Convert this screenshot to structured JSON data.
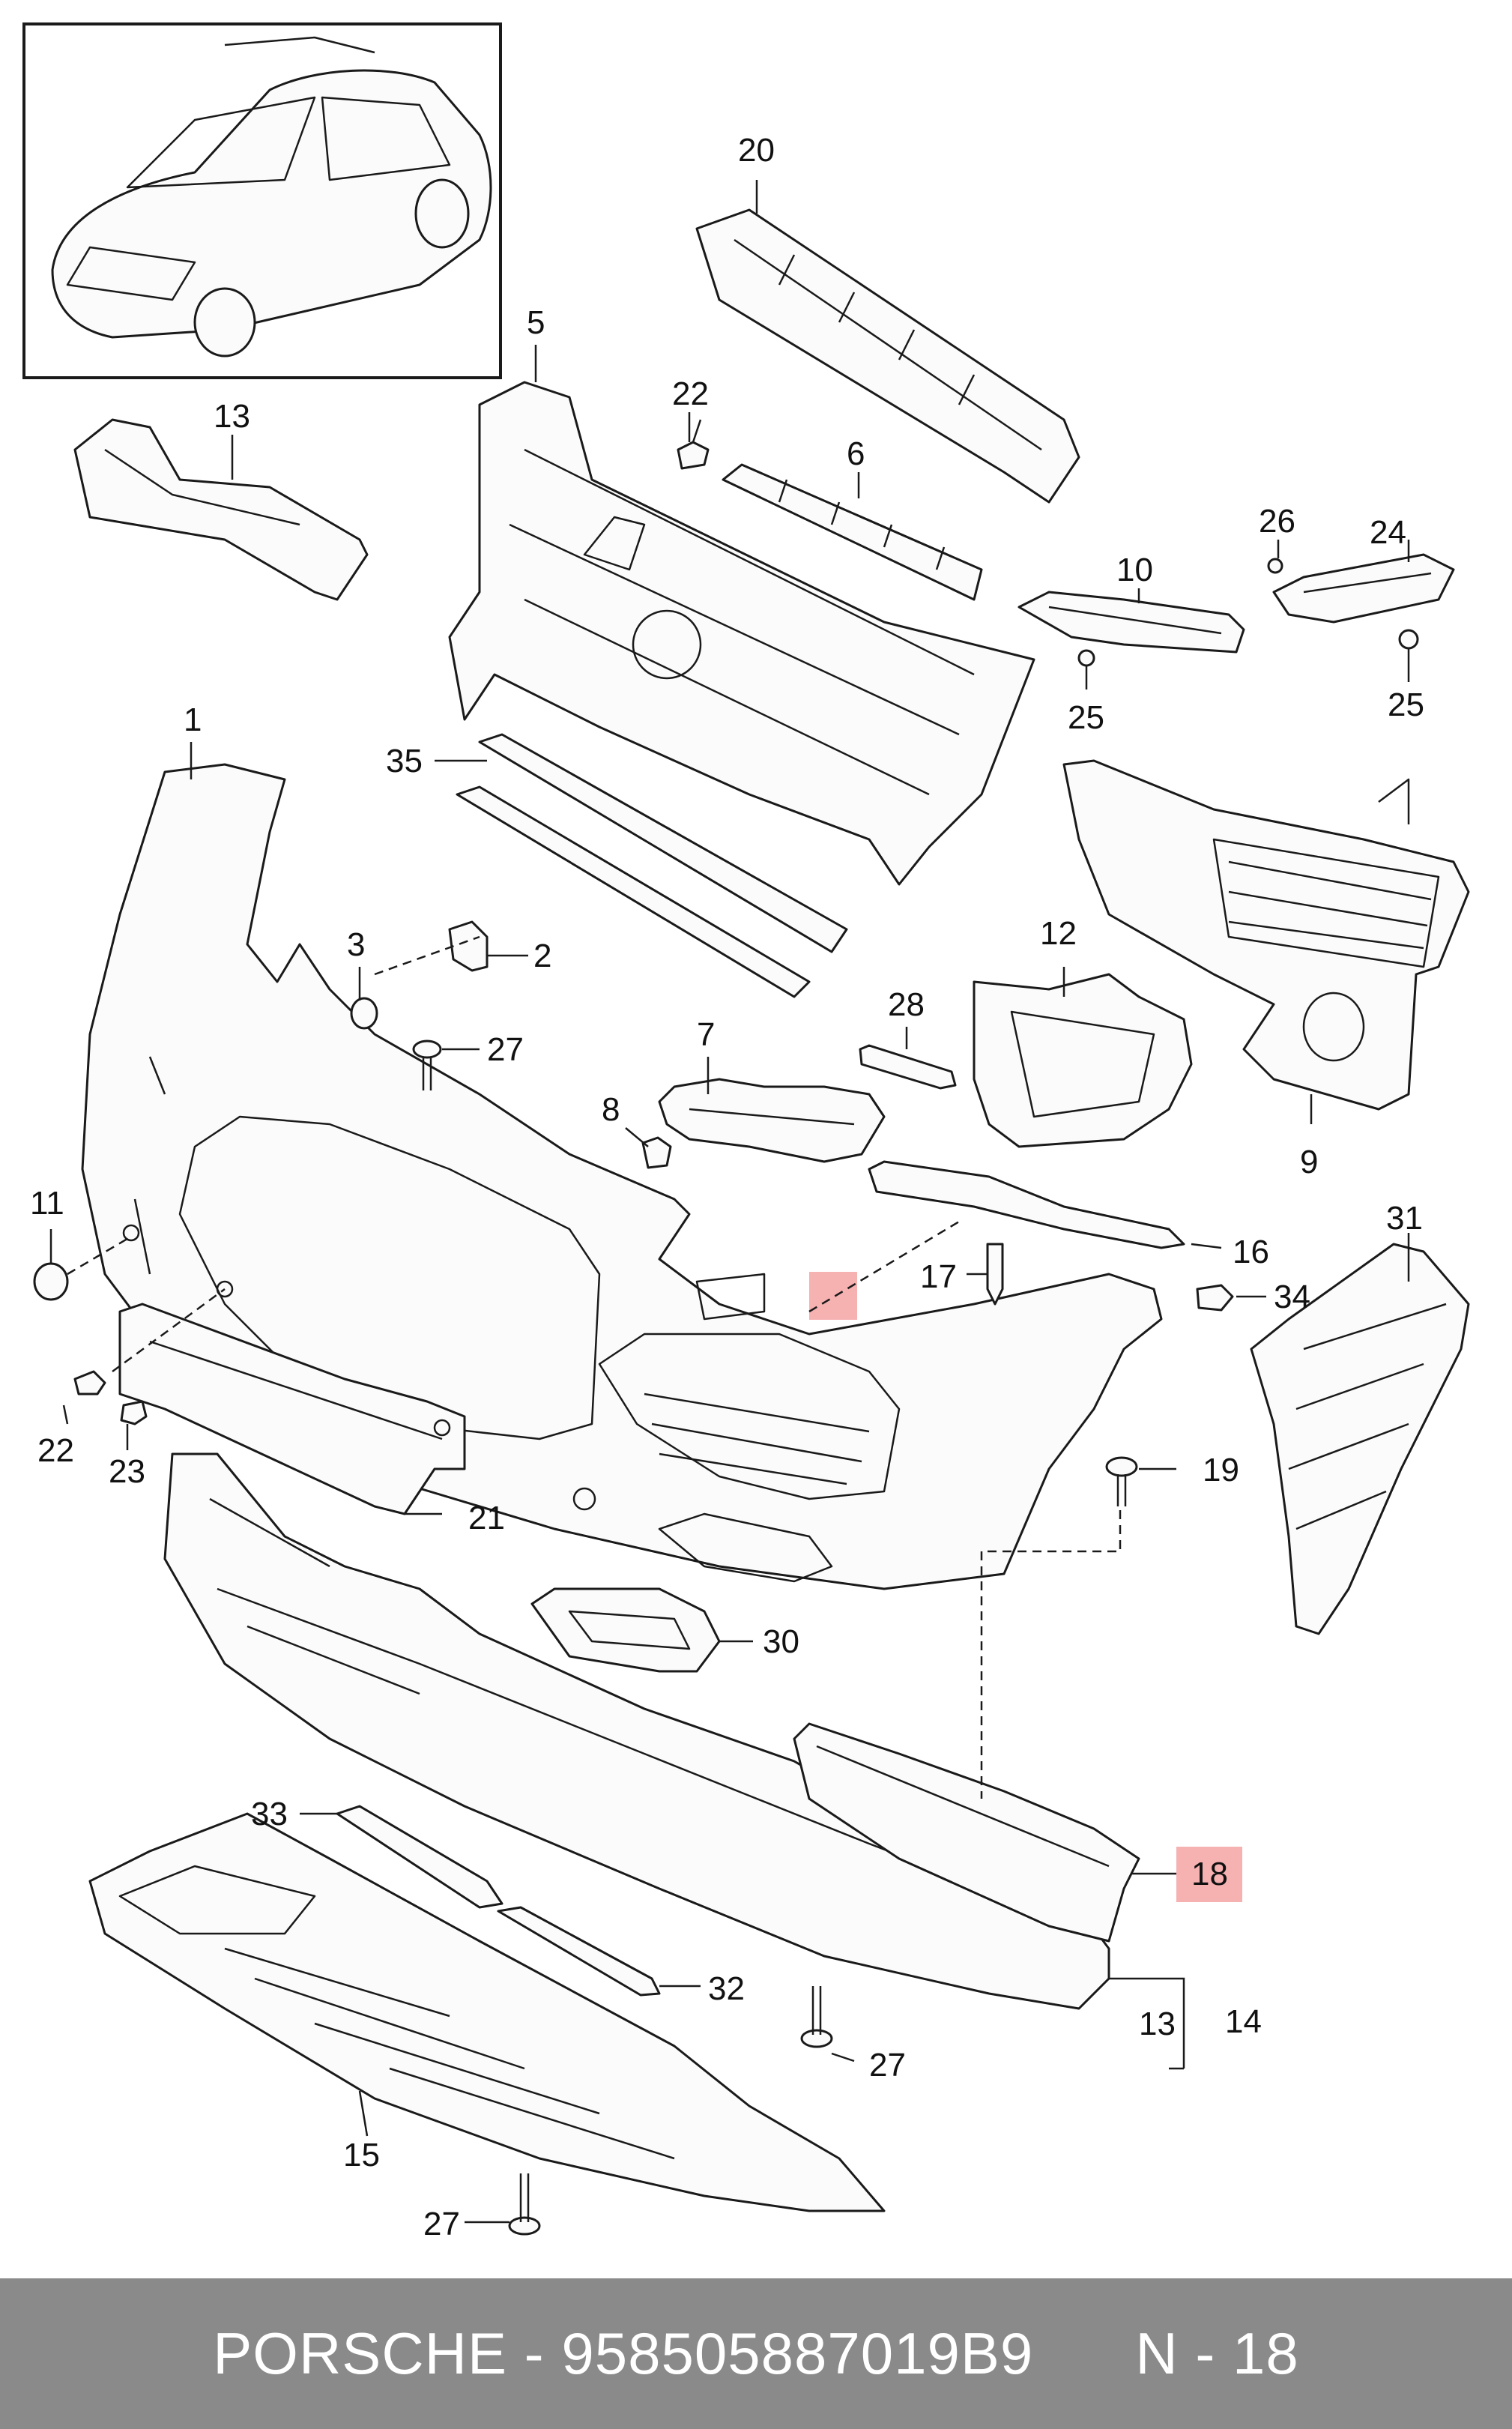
{
  "callouts": {
    "c1": "1",
    "c2": "2",
    "c3": "3",
    "c5": "5",
    "c6": "6",
    "c7": "7",
    "c8": "8",
    "c9": "9",
    "c10": "10",
    "c11": "11",
    "c12": "12",
    "c13a": "13",
    "c13b": "13",
    "c14": "14",
    "c15": "15",
    "c16": "16",
    "c17": "17",
    "c18": "18",
    "c19": "19",
    "c20": "20",
    "c21": "21",
    "c22a": "22",
    "c22b": "22",
    "c23": "23",
    "c24": "24",
    "c25a": "25",
    "c25b": "25",
    "c26": "26",
    "c27a": "27",
    "c27b": "27",
    "c27c": "27",
    "c28": "28",
    "c30": "30",
    "c31": "31",
    "c32": "32",
    "c33": "33",
    "c34": "34",
    "c35": "35"
  },
  "highlight_color": "#f4a3a3",
  "footer": {
    "brand": "PORSCHE",
    "separator": " - ",
    "part_number": "958505887019B9",
    "ref": "N - 18",
    "background": "#8a8a8a"
  }
}
